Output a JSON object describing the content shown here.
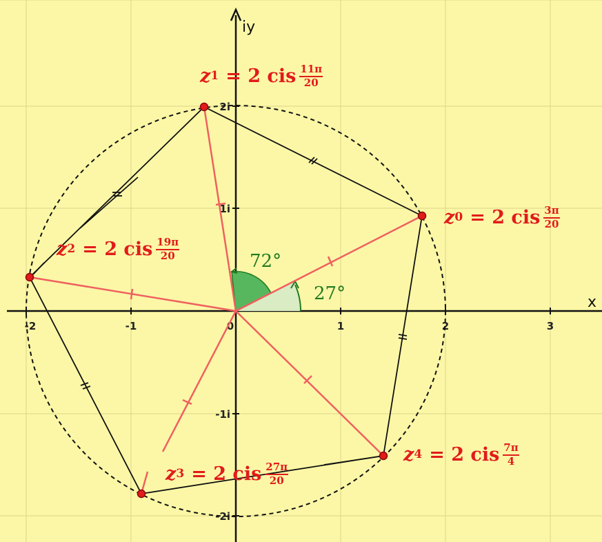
{
  "axes": {
    "x_label": "x",
    "y_label": "iy",
    "x_ticks": [
      "-2",
      "-1",
      "0",
      "1",
      "2",
      "3"
    ],
    "y_ticks": [
      "2i",
      "1i",
      "-1i",
      "-2i"
    ]
  },
  "circle": {
    "radius": 2
  },
  "points": [
    {
      "name_base": "z",
      "name_sub": "0",
      "expr": "= 2 cis",
      "num": "3π",
      "den": "20"
    },
    {
      "name_base": "z",
      "name_sub": "1",
      "expr": "= 2 cis",
      "num": "11π",
      "den": "20"
    },
    {
      "name_base": "z",
      "name_sub": "2",
      "expr": "= 2 cis",
      "num": "19π",
      "den": "20"
    },
    {
      "name_base": "z",
      "name_sub": "3",
      "expr": "= 2 cis",
      "num": "27π",
      "den": "20"
    },
    {
      "name_base": "z",
      "name_sub": "4",
      "expr": "= 2 cis",
      "num": "7π",
      "den": "4"
    }
  ],
  "angles": {
    "central": "72°",
    "initial": "27°"
  },
  "colors": {
    "background": "#fbf7a6",
    "radius_line": "#f06060",
    "point": "#e21b1b",
    "angle_green": "#217a21",
    "polygon": "#111111"
  }
}
